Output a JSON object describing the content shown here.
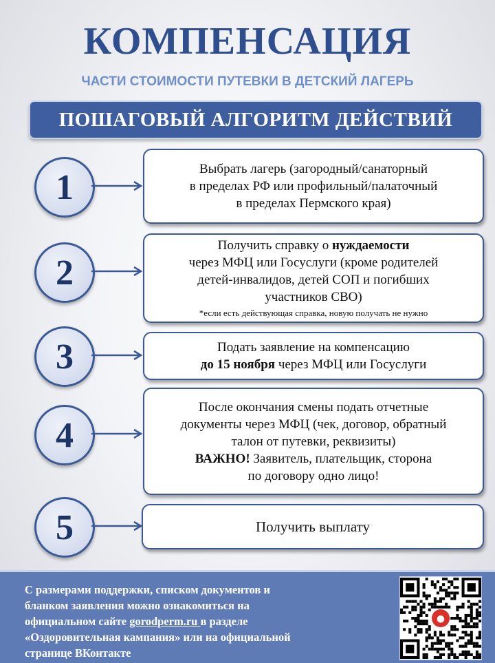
{
  "header": {
    "title": "КОМПЕНСАЦИЯ",
    "subtitle": "ЧАСТИ СТОИМОСТИ ПУТЕВКИ В ДЕТСКИЙ ЛАГЕРЬ",
    "banner": "ПОШАГОВЫЙ АЛГОРИТМ ДЕЙСТВИЙ"
  },
  "steps": [
    {
      "number": "1",
      "line1": "Выбрать лагерь (загородный/санаторный",
      "line2": "в пределах РФ или профильный/палаточный",
      "line3": "в пределах Пермского края)"
    },
    {
      "number": "2",
      "line1_prefix": "Получить справку о ",
      "line1_bold": "нуждаемости",
      "line2": "через МФЦ или Госуслуги (кроме родителей",
      "line3": "детей-инвалидов, детей СОП и погибших",
      "line4": "участников СВО)",
      "note": "*если есть действующая справка, новую получать не нужно"
    },
    {
      "number": "3",
      "line1": "Подать заявление на компенсацию",
      "line2_bold": "до 15 ноября",
      "line2_rest": " через МФЦ или Госуслуги"
    },
    {
      "number": "4",
      "line1": "После окончания смены подать отчетные",
      "line2": "документы через МФЦ (чек, договор, обратный",
      "line3": "талон от путевки, реквизиты)",
      "line4_bold": "ВАЖНО!",
      "line4_rest": " Заявитель, плательщик, сторона",
      "line5": "по договору одно лицо!"
    },
    {
      "number": "5",
      "line1": "Получить выплату"
    }
  ],
  "footer": {
    "line1": "С размерами поддержки, списком документов и",
    "line2": "бланком заявления можно ознакомиться на",
    "line3_prefix": "официальном сайте ",
    "link": "gorodperm.ru ",
    "line3_rest": "в разделе",
    "line4": "«Оздоровительная кампания»  или на официальной",
    "line5": "странице ВКонтакте",
    "qr_icon": "qr-code-icon"
  },
  "colors": {
    "title": "#2e4e8e",
    "subtitle": "#6f8fc8",
    "banner": "#3e5e9f",
    "accent": "#3b5a95",
    "footer": "#5f7bb6"
  }
}
